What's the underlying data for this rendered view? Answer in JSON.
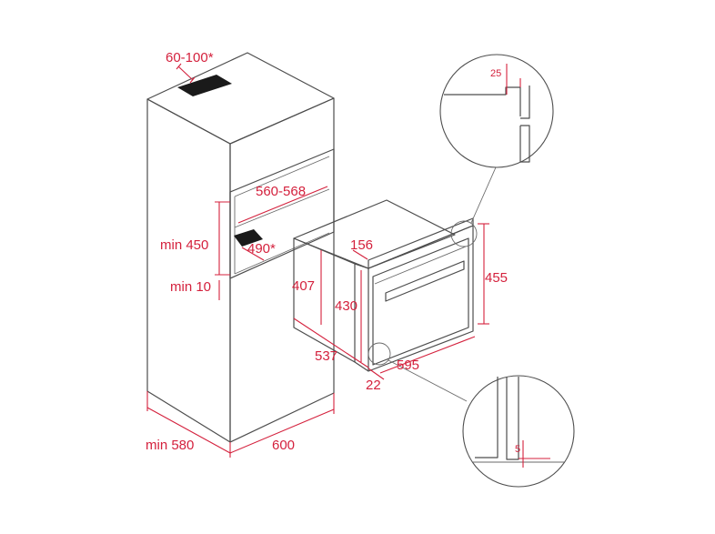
{
  "dimensions": {
    "vent_gap": "60-100*",
    "niche_width": "560-568",
    "min_height": "min 450",
    "vent_depth": "490*",
    "min_gap": "min 10",
    "oven_depth_top": "156",
    "oven_body_height": "407",
    "oven_front_height": "430",
    "oven_total_height": "455",
    "oven_depth": "537",
    "oven_width": "595",
    "front_offset": "22",
    "cabinet_depth": "min 580",
    "cabinet_width": "600",
    "detail_top_gap": "25",
    "detail_bottom_gap": "5"
  },
  "colors": {
    "dimension": "#d4213d",
    "outline": "#4d4d4d"
  }
}
